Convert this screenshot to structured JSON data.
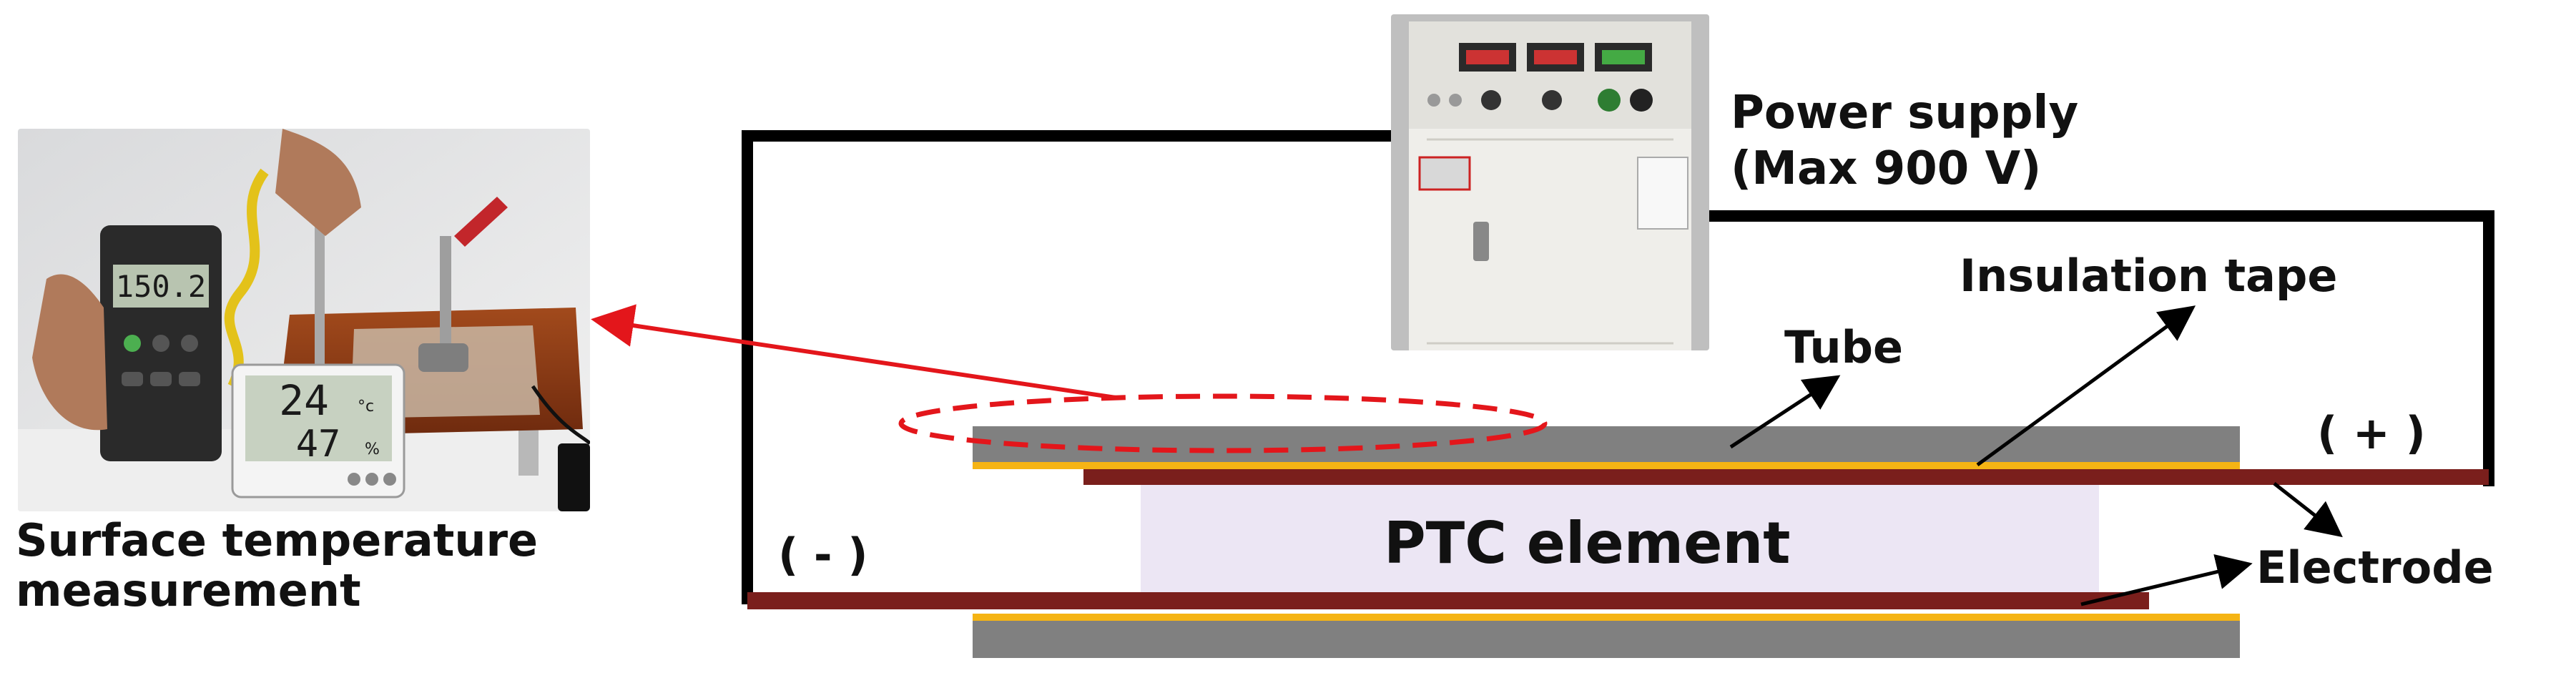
{
  "labels": {
    "surface_line1": "Surface temperature",
    "surface_line2": "measurement",
    "power_line1": "Power supply",
    "power_line2": "(Max 900 V)",
    "insulation_tape": "Insulation tape",
    "tube": "Tube",
    "plus": "( + )",
    "minus": "( - )",
    "ptc_element": "PTC element",
    "electrode": "Electrode"
  },
  "photo_readouts": {
    "meter_reading": "150.2",
    "hygro_temp": "24",
    "hygro_temp_unit": "°c",
    "hygro_humidity": "47",
    "hygro_humidity_unit": "%"
  },
  "colors": {
    "tube": "#808080",
    "electrode": "#7a1f1c",
    "insulation_tape": "#f5b414",
    "ptc_element": "#ece6f4",
    "wire": "#000000",
    "arrow_red": "#e3161b"
  }
}
